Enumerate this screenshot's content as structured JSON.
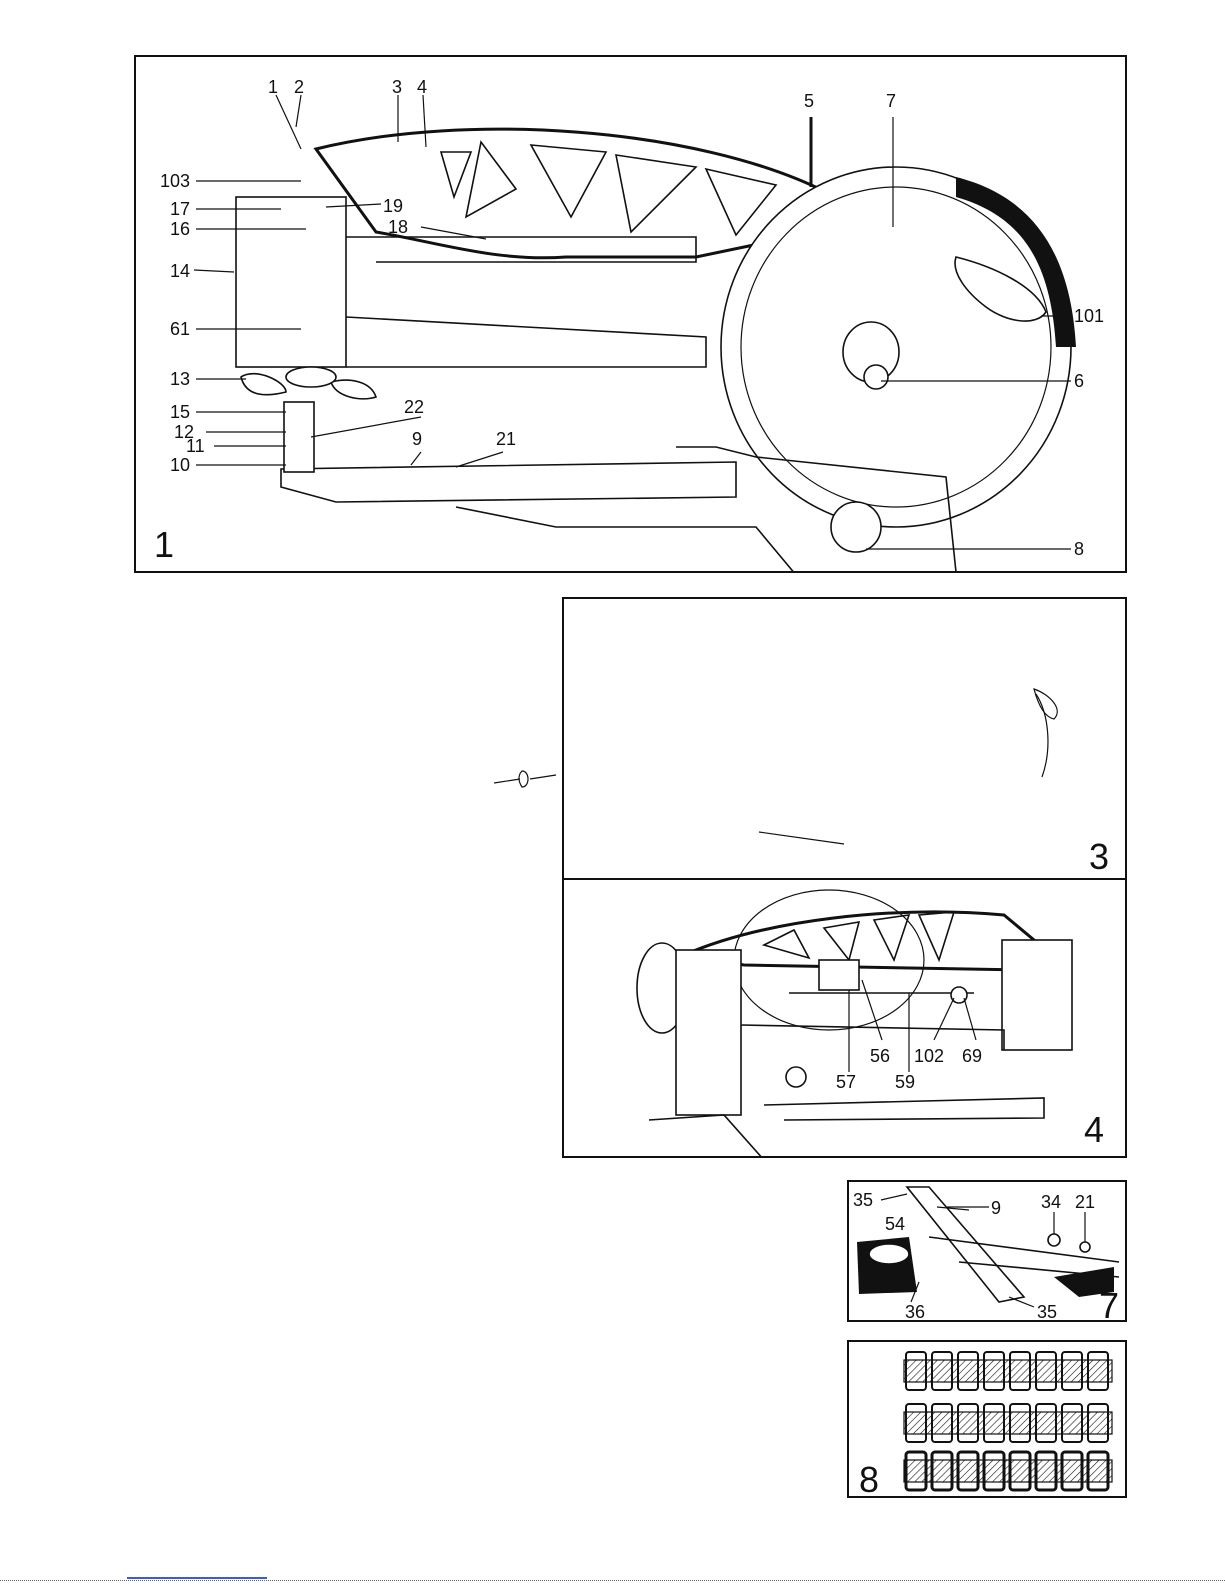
{
  "figures": [
    {
      "number": "1",
      "callouts": [
        "1",
        "2",
        "3",
        "4",
        "5",
        "7",
        "103",
        "17",
        "19",
        "16",
        "18",
        "14",
        "61",
        "101",
        "6",
        "13",
        "15",
        "22",
        "12",
        "11",
        "21",
        "9",
        "10",
        "8"
      ]
    },
    {
      "number": "3",
      "callouts": []
    },
    {
      "number": "4",
      "callouts": [
        "56",
        "57",
        "59",
        "102",
        "69"
      ]
    },
    {
      "number": "7",
      "callouts": [
        "35",
        "54",
        "9",
        "34",
        "21",
        "36",
        "35"
      ]
    },
    {
      "number": "8",
      "callouts": []
    }
  ],
  "colors": {
    "ink": "#111111",
    "paper": "#ffffff",
    "link": "#3b5bdb"
  }
}
